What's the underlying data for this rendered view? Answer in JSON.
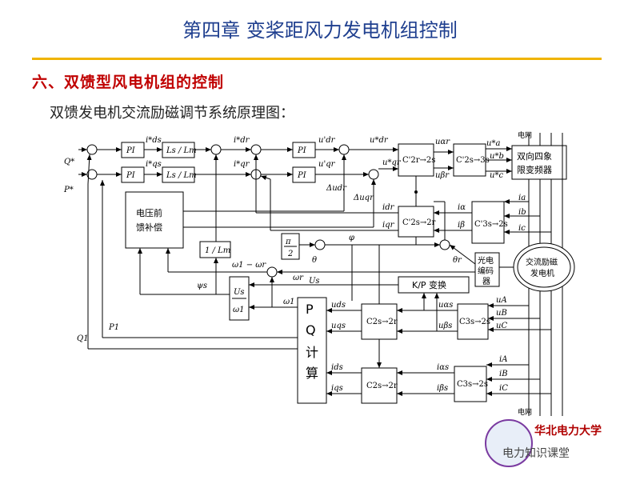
{
  "header": {
    "title": "第四章  变桨距风力发电机组控制",
    "section": "六、双馈型风电机组的控制",
    "subtitle": "双馈发电机交流励磁调节系统原理图："
  },
  "blocks": {
    "pi1": "PI",
    "pi2": "PI",
    "pi3": "PI",
    "pi4": "PI",
    "lsm1": "Ls / Lm",
    "lsm2": "Ls / Lm",
    "one_lm": "1 / Lm",
    "us_ws_top": "Us",
    "us_ws_bot": "ω1",
    "pi_half_top": "π",
    "pi_half_bot": "2",
    "feedforward_1": "电压前",
    "feedforward_2": "馈补偿",
    "c2r2s_top": "C'2r→2s",
    "c2s3s": "C'2s→3s",
    "c2s2r_mid": "C'2s→2r",
    "c3s2s_mid": "C'3s→2s",
    "kp": "K/P 变换",
    "c2s2r_a": "C2s→2r",
    "c3s2s_a": "C3s→2s",
    "c2s2r_b": "C2s→2r",
    "c3s2s_b": "C3s→2s",
    "pq_1": "P",
    "pq_2": "Q",
    "pq_3": "计",
    "pq_4": "算",
    "converter_1": "双向四象",
    "converter_2": "限变频器",
    "encoder_1": "光电",
    "encoder_2": "编码",
    "encoder_3": "器",
    "generator_1": "交流励磁",
    "generator_2": "发电机"
  },
  "labels": {
    "q_ref": "Q*",
    "p_ref": "P*",
    "ids_ref": "i*ds",
    "iqs_ref": "i*qs",
    "idr_ref": "i*dr",
    "iqr_ref": "i*qr",
    "udr": "u'dr",
    "uqr": "u'qr",
    "udr_ref": "u*dr",
    "uqr_ref": "u*qr",
    "delta_udr": "Δudr",
    "delta_uqr": "Δuqr",
    "ualpha_r": "uαr",
    "ubeta_r": "uβr",
    "ua_ref": "u*a",
    "ub_ref": "u*b",
    "uc_ref": "u*c",
    "idr": "idr",
    "iqr": "iqr",
    "ialpha": "iα",
    "ibeta": "iβ",
    "ia": "ia",
    "ib": "ib",
    "ic": "ic",
    "grid_top": "电网",
    "grid_bot": "电网",
    "phi": "φ",
    "theta_r": "θr",
    "theta": "θ",
    "omega_diff": "ω1 − ωr",
    "omega_r": "ωr",
    "psi_s": "ψs",
    "us": "Us",
    "omega1": "ω1",
    "p1": "P1",
    "q1": "Q1",
    "uds": "uds",
    "uqs": "uqs",
    "ids": "ids",
    "iqs": "iqs",
    "ualpha_s": "uαs",
    "ubeta_s": "uβs",
    "ialpha_s": "iαs",
    "ibeta_s": "iβs",
    "uA": "uA",
    "uB": "uB",
    "uC": "uC",
    "iA": "iA",
    "iB": "iB",
    "iC": "iC"
  },
  "footer": {
    "logo_text": "华北电力大学",
    "watermark": "电力知识课堂"
  }
}
